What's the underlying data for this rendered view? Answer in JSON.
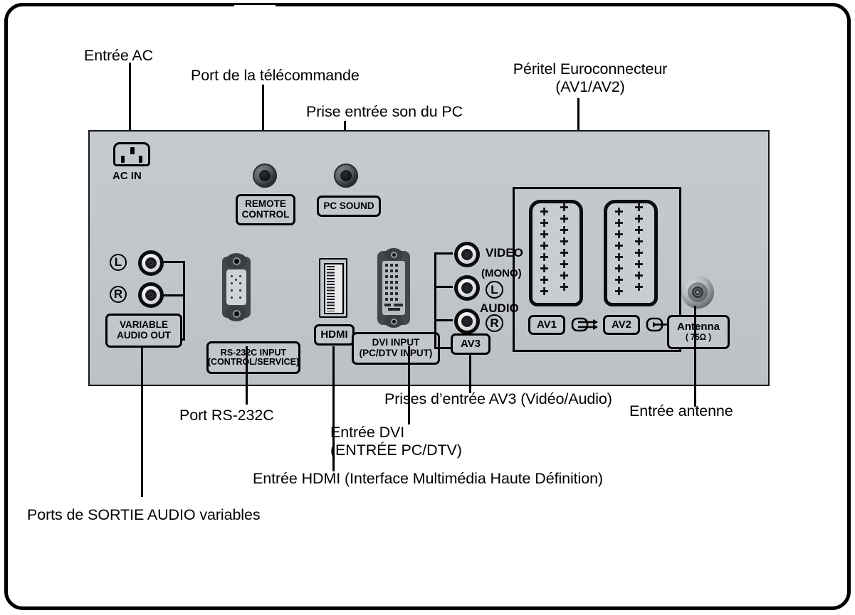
{
  "diagram": {
    "title": "Panneau arriere du televiseur - connecteurs",
    "panel_color": "#c3c7cc"
  },
  "callouts": {
    "ac_in": "Entrée AC",
    "remote": "Port de la télécommande",
    "pc_sound": "Prise entrée son du PC",
    "scart": "Péritel Euroconnecteur\n(AV1/AV2)",
    "rs232c": "Port RS-232C",
    "dvi": "Entrée DVI\n(ENTRÉE PC/DTV)",
    "hdmi": "Entrée HDMI (Interface Multimédia Haute Définition)",
    "av3": "Prises d’entrée AV3 (Vidéo/Audio)",
    "antenna": "Entrée antenne",
    "audio_out": "Ports de SORTIE AUDIO variables"
  },
  "ports": {
    "ac_in_label": "AC IN",
    "remote_label": "REMOTE\nCONTROL",
    "pc_sound_label": "PC SOUND",
    "variable_audio_out_label": "VARIABLE\nAUDIO OUT",
    "audio_left": "L",
    "audio_right": "R",
    "rs232c_label": "RS-232C INPUT\n(CONTROL/SERVICE)",
    "hdmi_label": "HDMI",
    "dvi_label": "DVI INPUT\n(PC/DTV INPUT)",
    "av3_label": "AV3",
    "av3_video": "VIDEO",
    "av3_mono": "(MONO)",
    "av3_audio": "AUDIO",
    "av3_left": "L",
    "av3_right": "R",
    "av1_label": "AV1",
    "av2_label": "AV2",
    "antenna_label": "Antenna",
    "antenna_spec": "( 75Ω )"
  }
}
